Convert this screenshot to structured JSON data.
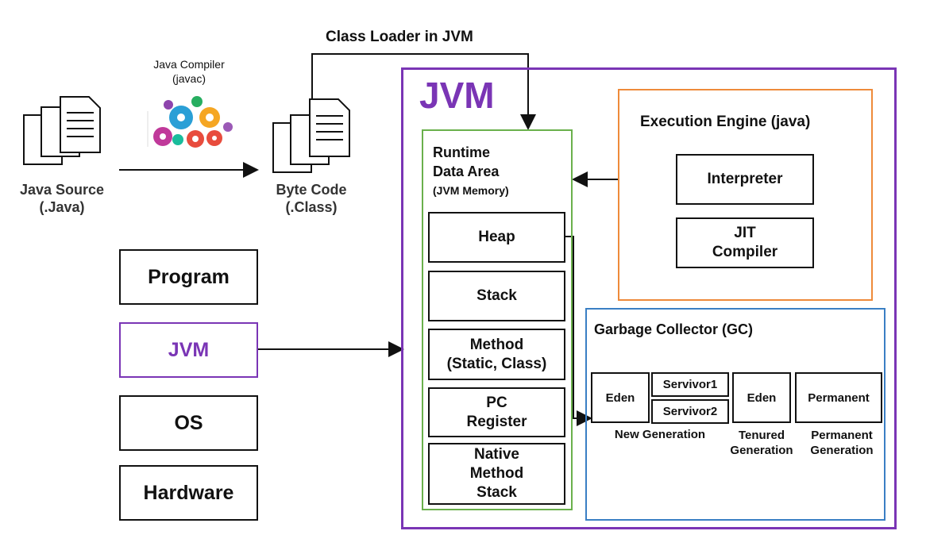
{
  "labels": {
    "class_loader": "Class Loader in JVM",
    "java_compiler": "Java Compiler\n(javac)",
    "java_source": "Java Source\n(.Java)",
    "byte_code": "Byte Code\n(.Class)"
  },
  "stack_layers": [
    "Program",
    "JVM",
    "OS",
    "Hardware"
  ],
  "jvm": {
    "title": "JVM",
    "runtime": {
      "title": "Runtime\nData Area",
      "subtitle": "(JVM Memory)",
      "areas": [
        "Heap",
        "Stack",
        "Method\n(Static, Class)",
        "PC\nRegister",
        "Native\nMethod\nStack"
      ]
    },
    "execution_engine": {
      "title": "Execution Engine (java)",
      "interpreter": "Interpreter",
      "jit": "JIT\nCompiler"
    },
    "gc": {
      "title": "Garbage Collector (GC)",
      "eden1": "Eden",
      "survivor1": "Servivor1",
      "survivor2": "Servivor2",
      "eden2": "Eden",
      "permanent": "Permanent",
      "new_generation": "New Generation",
      "tenured_generation": "Tenured\nGeneration",
      "permanent_generation": "Permanent\nGeneration"
    }
  },
  "colors": {
    "jvm": "#7a35b5",
    "runtime": "#6ab04c",
    "execution": "#ee8a3a",
    "gc": "#3a7fc4"
  }
}
